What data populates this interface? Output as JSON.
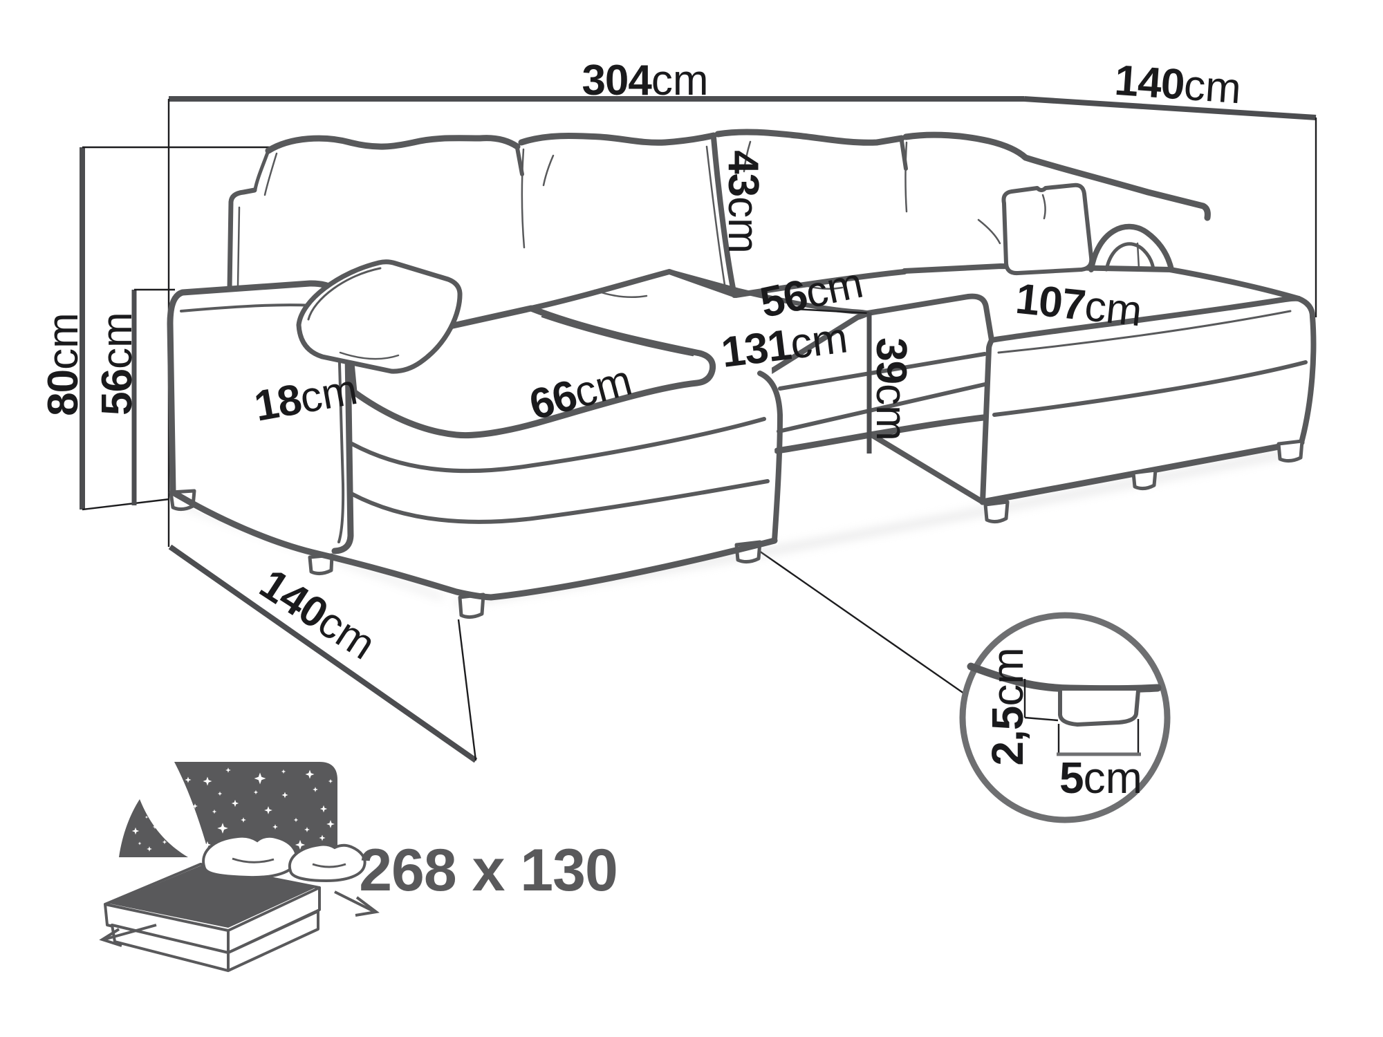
{
  "title": "U-shaped corner sofa bed dimensions diagram",
  "dimensions": {
    "back_width": {
      "value": "304",
      "unit": "cm"
    },
    "right_side_depth": {
      "value": "140",
      "unit": "cm"
    },
    "total_height": {
      "value": "80",
      "unit": "cm"
    },
    "armrest_height": {
      "value": "56",
      "unit": "cm"
    },
    "armrest_width": {
      "value": "18",
      "unit": "cm"
    },
    "left_seat_width": {
      "value": "66",
      "unit": "cm"
    },
    "middle_seat_width": {
      "value": "131",
      "unit": "cm"
    },
    "middle_seat_depth": {
      "value": "56",
      "unit": "cm"
    },
    "back_cushion_height": {
      "value": "43",
      "unit": "cm"
    },
    "seat_height": {
      "value": "39",
      "unit": "cm"
    },
    "right_seat_length": {
      "value": "107",
      "unit": "cm"
    },
    "left_side_depth": {
      "value": "140",
      "unit": "cm"
    },
    "leg_height": {
      "value": "2,5",
      "unit": "cm"
    },
    "leg_width": {
      "value": "5",
      "unit": "cm"
    }
  },
  "sleeping_area": {
    "label": "268 x 130"
  },
  "colors": {
    "line": "#58595b",
    "dimension_line": "#4c4d50",
    "text": "#1a1a1c",
    "icon": "#59595b",
    "background": "#ffffff"
  }
}
